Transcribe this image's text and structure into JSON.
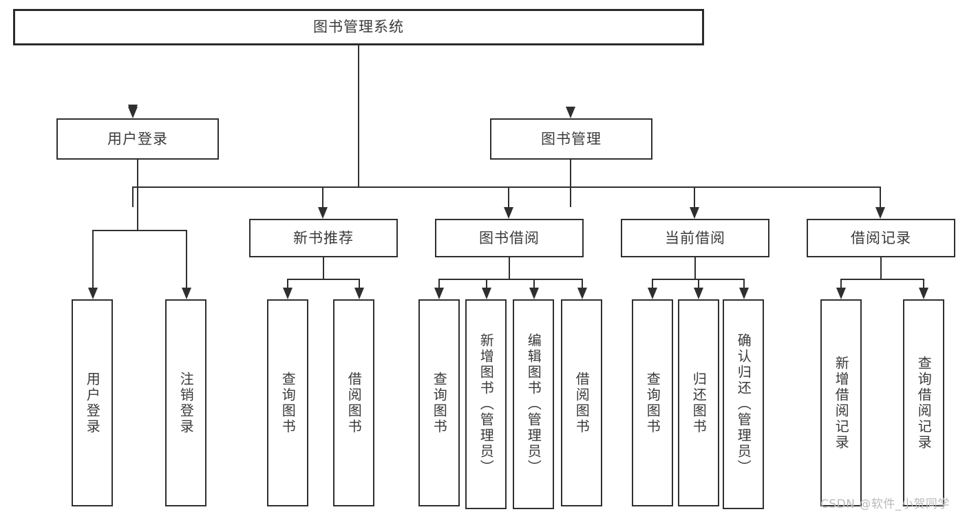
{
  "diagram": {
    "type": "tree-hierarchy",
    "title": "图书管理系统",
    "root": {
      "label": "图书管理系统"
    },
    "level2": [
      {
        "label": "用户登录"
      },
      {
        "label": "图书管理"
      }
    ],
    "level3": [
      {
        "label": "新书推荐"
      },
      {
        "label": "图书借阅"
      },
      {
        "label": "当前借阅"
      },
      {
        "label": "借阅记录"
      }
    ],
    "leaves": {
      "user_login": [
        "用户登录",
        "注销登录"
      ],
      "new_book_recommend": [
        "查询图书",
        "借阅图书"
      ],
      "book_borrow": [
        "查询图书",
        "新增图书（管理员）",
        "编辑图书（管理员）",
        "借阅图书"
      ],
      "current_borrow": [
        "查询图书",
        "归还图书",
        "确认归还（管理员）"
      ],
      "borrow_record": [
        "新增借阅记录",
        "查询借阅记录"
      ]
    }
  },
  "watermark": {
    "text": "CSDN @软件_小贺同学"
  },
  "colors": {
    "stroke": "#2f2f2f",
    "text": "#3a3a3a",
    "background": "#ffffff",
    "watermark": "#b9b9b9"
  }
}
